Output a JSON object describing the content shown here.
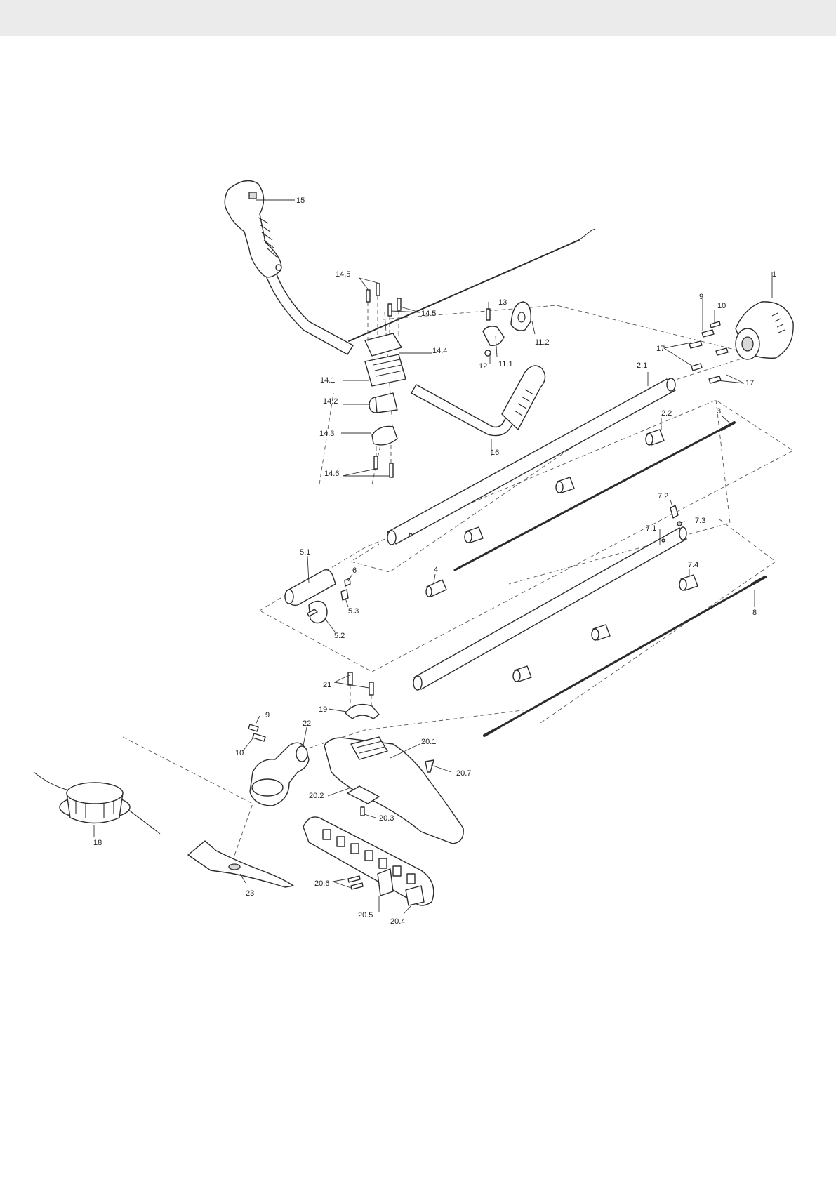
{
  "diagram": {
    "callouts": {
      "c15": "15",
      "c14_5a": "14.5",
      "c14_5b": "14.5",
      "c14_4": "14.4",
      "c14_1": "14.1",
      "c14_2": "14.2",
      "c14_3": "14.3",
      "c14_6": "14.6",
      "c16": "16",
      "c13": "13",
      "c12": "12",
      "c11_1": "11.1",
      "c11_2": "11.2",
      "c1": "1",
      "c9a": "9",
      "c10a": "10",
      "c17a": "17",
      "c17b": "17",
      "c2_1": "2.1",
      "c2_2": "2.2",
      "c3": "3",
      "c7_2": "7.2",
      "c7_3": "7.3",
      "c7_1": "7.1",
      "c7_4": "7.4",
      "c8": "8",
      "c4": "4",
      "c5_1": "5.1",
      "c6": "6",
      "c5_3": "5.3",
      "c5_2": "5.2",
      "c21": "21",
      "c19": "19",
      "c9b": "9",
      "c10b": "10",
      "c22": "22",
      "c20_1": "20.1",
      "c20_7": "20.7",
      "c20_2": "20.2",
      "c20_3": "20.3",
      "c18": "18",
      "c23": "23",
      "c20_6": "20.6",
      "c20_5": "20.5",
      "c20_4": "20.4"
    }
  }
}
